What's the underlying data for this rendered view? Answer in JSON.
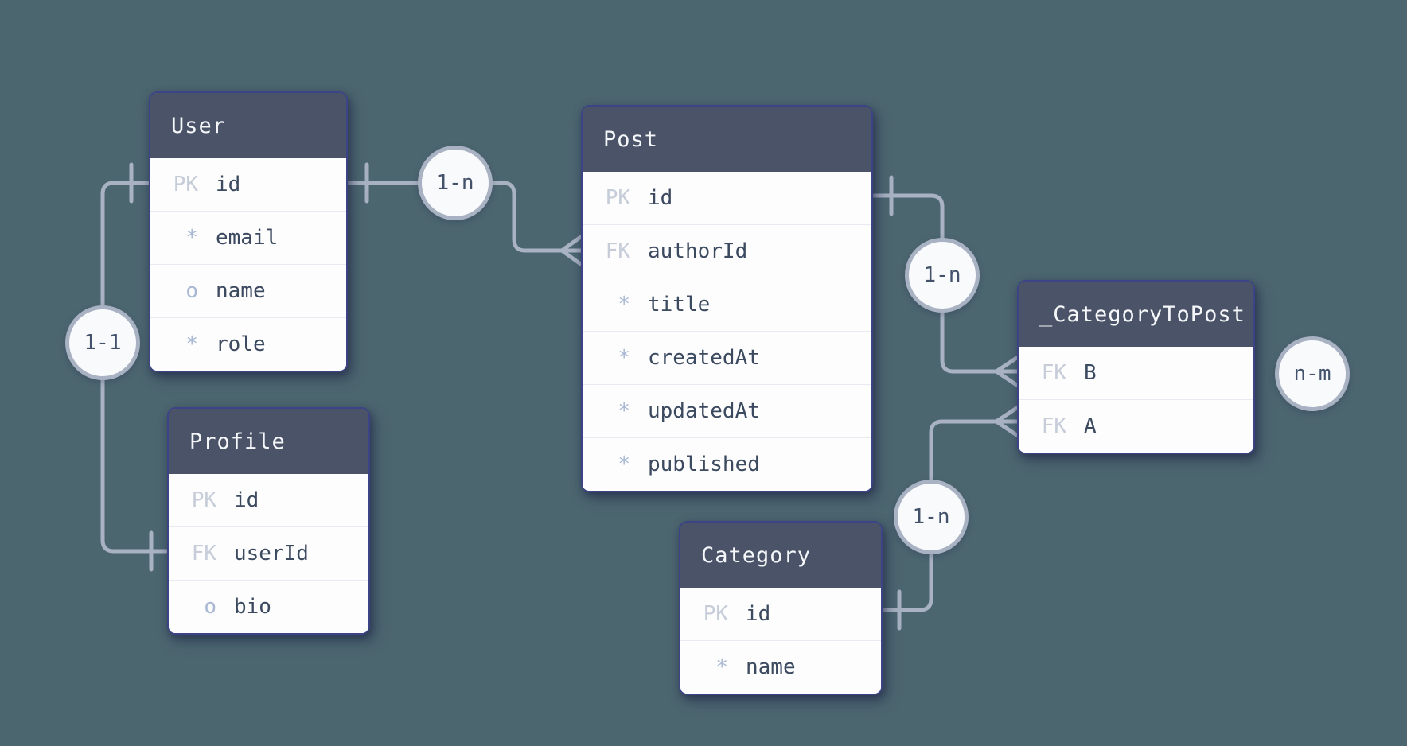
{
  "diagram": {
    "type": "entity-relationship-diagram",
    "colors": {
      "canvas_background": "#4c6670",
      "table_header_background": "#4a5367",
      "table_header_text": "#f5f7fa",
      "table_body_background": "#fdfdfe",
      "table_border": "#3c4386",
      "field_text": "#3c4a60",
      "key_label_text": "#c6cdd9",
      "key_symbol_text": "#a9b8d2",
      "connector_line": "#a8b2c2",
      "badge_fill": "#f8fafc",
      "badge_text": "#43526a"
    },
    "tables": [
      {
        "title": "User",
        "fields": [
          {
            "key": "PK",
            "name": "id"
          },
          {
            "key": "*",
            "name": "email"
          },
          {
            "key": "o",
            "name": "name"
          },
          {
            "key": "*",
            "name": "role"
          }
        ]
      },
      {
        "title": "Post",
        "fields": [
          {
            "key": "PK",
            "name": "id"
          },
          {
            "key": "FK",
            "name": "authorId"
          },
          {
            "key": "*",
            "name": "title"
          },
          {
            "key": "*",
            "name": "createdAt"
          },
          {
            "key": "*",
            "name": "updatedAt"
          },
          {
            "key": "*",
            "name": "published"
          }
        ]
      },
      {
        "title": "Profile",
        "fields": [
          {
            "key": "PK",
            "name": "id"
          },
          {
            "key": "FK",
            "name": "userId"
          },
          {
            "key": "o",
            "name": "bio"
          }
        ]
      },
      {
        "title": "_CategoryToPost",
        "fields": [
          {
            "key": "FK",
            "name": "B"
          },
          {
            "key": "FK",
            "name": "A"
          }
        ]
      },
      {
        "title": "Category",
        "fields": [
          {
            "key": "PK",
            "name": "id"
          },
          {
            "key": "*",
            "name": "name"
          }
        ]
      }
    ],
    "relationships": [
      {
        "label": "1-n",
        "from": "User.id",
        "to": "Post.authorId"
      },
      {
        "label": "1-1",
        "from": "User.id",
        "to": "Profile.userId"
      },
      {
        "label": "1-n",
        "from": "Post.id",
        "to": "_CategoryToPost.B"
      },
      {
        "label": "1-n",
        "from": "Category.id",
        "to": "_CategoryToPost.A"
      },
      {
        "label": "n-m",
        "from": "Category",
        "to": "Post"
      }
    ]
  }
}
